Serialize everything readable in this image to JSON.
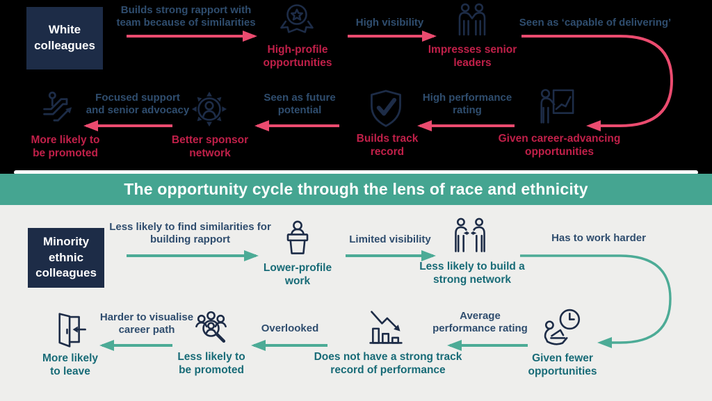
{
  "banner": {
    "title": "The opportunity cycle through the lens of race and ethnicity"
  },
  "top": {
    "actor": "White colleagues",
    "rapport_arrow": "Builds strong rapport with team because of similarities",
    "high_profile": "High-profile opportunities",
    "visibility_arrow": "High visibility",
    "impresses": "Impresses senior leaders",
    "capable_arrow": "Seen as ‘capable of delivering’",
    "career_advancing": "Given career-advancing opportunities",
    "performance_arrow": "High performance rating",
    "track_record": "Builds track record",
    "potential_arrow": "Seen as future potential",
    "sponsor_network": "Better sponsor network",
    "support_arrow": "Focused support and senior advocacy",
    "promoted": "More likely to be promoted"
  },
  "bottom": {
    "actor": "Minority ethnic colleagues",
    "rapport_arrow": "Less likely to find similarities for building rapport",
    "lower_profile": "Lower-profile work",
    "visibility_arrow": "Limited visibility",
    "network": "Less likely to build a strong network",
    "harder_arrow": "Has to work harder",
    "fewer_opportunities": "Given fewer opportunities",
    "performance_arrow": "Average performance rating",
    "track_record": "Does not have a strong track record of performance",
    "overlooked_arrow": "Overlooked",
    "promoted": "Less likely to be promoted",
    "career_path_arrow": "Harder to visualise career path",
    "leave": "More likely to leave"
  },
  "icons": {
    "top": [
      "award-badge-icon",
      "handshake-people-icon",
      "presentation-board-icon",
      "shield-check-icon",
      "sponsor-network-icon",
      "escalator-up-icon"
    ],
    "bottom": [
      "lectern-icon",
      "people-exchange-icon",
      "person-laptop-clock-icon",
      "declining-chart-icon",
      "people-search-icon",
      "exit-door-icon"
    ]
  },
  "colors": {
    "navy": "#1d2c47",
    "navy_text": "#2f4d6e",
    "crimson_label": "#c02049",
    "pink_arrow": "#eb4b6f",
    "teal_banner": "#45a591",
    "teal_arrow": "#4cab96",
    "teal_label": "#186b77",
    "gray_background": "#eeeeec",
    "top_background": "#000000"
  }
}
